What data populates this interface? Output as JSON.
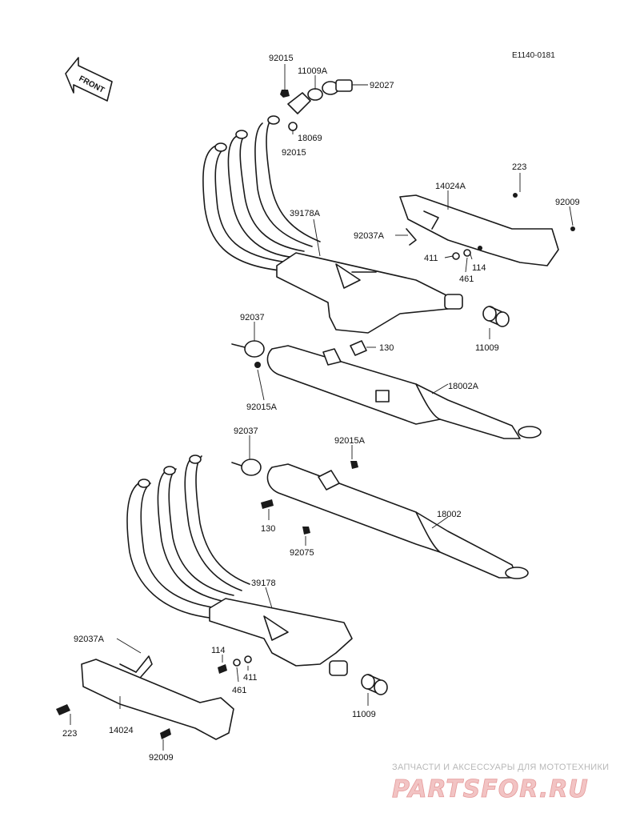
{
  "diagram_code": "E1140-0181",
  "front_label": "FRONT",
  "labels": {
    "p92015_top": "92015",
    "p11009A": "11009A",
    "p92027": "92027",
    "p18069": "18069",
    "p92015_b": "92015",
    "p14024A": "14024A",
    "p223_top": "223",
    "p92009_top": "92009",
    "p39178A": "39178A",
    "p92037A_top": "92037A",
    "p411_top": "411",
    "p114_top": "114",
    "p461_top": "461",
    "p92037_top": "92037",
    "p130_top": "130",
    "p11009_top": "11009",
    "p18002A": "18002A",
    "p92015A_top": "92015A",
    "p92037_mid": "92037",
    "p92015A_mid": "92015A",
    "p18002": "18002",
    "p130_mid": "130",
    "p92075": "92075",
    "p39178": "39178",
    "p92037A_bot": "92037A",
    "p114_bot": "114",
    "p411_bot": "411",
    "p461_bot": "461",
    "p11009_bot": "11009",
    "p223_bot": "223",
    "p14024": "14024",
    "p92009_bot": "92009"
  },
  "watermark": {
    "line1": "ЗАПЧАСТИ И АКСЕССУАРЫ ДЛЯ МОТОТЕХНИКИ",
    "line2": "PARTSFOR.RU"
  },
  "colors": {
    "ink": "#1a1a1a",
    "watermark_gray": "#b8b8b8",
    "watermark_red": "#e59a9a"
  }
}
